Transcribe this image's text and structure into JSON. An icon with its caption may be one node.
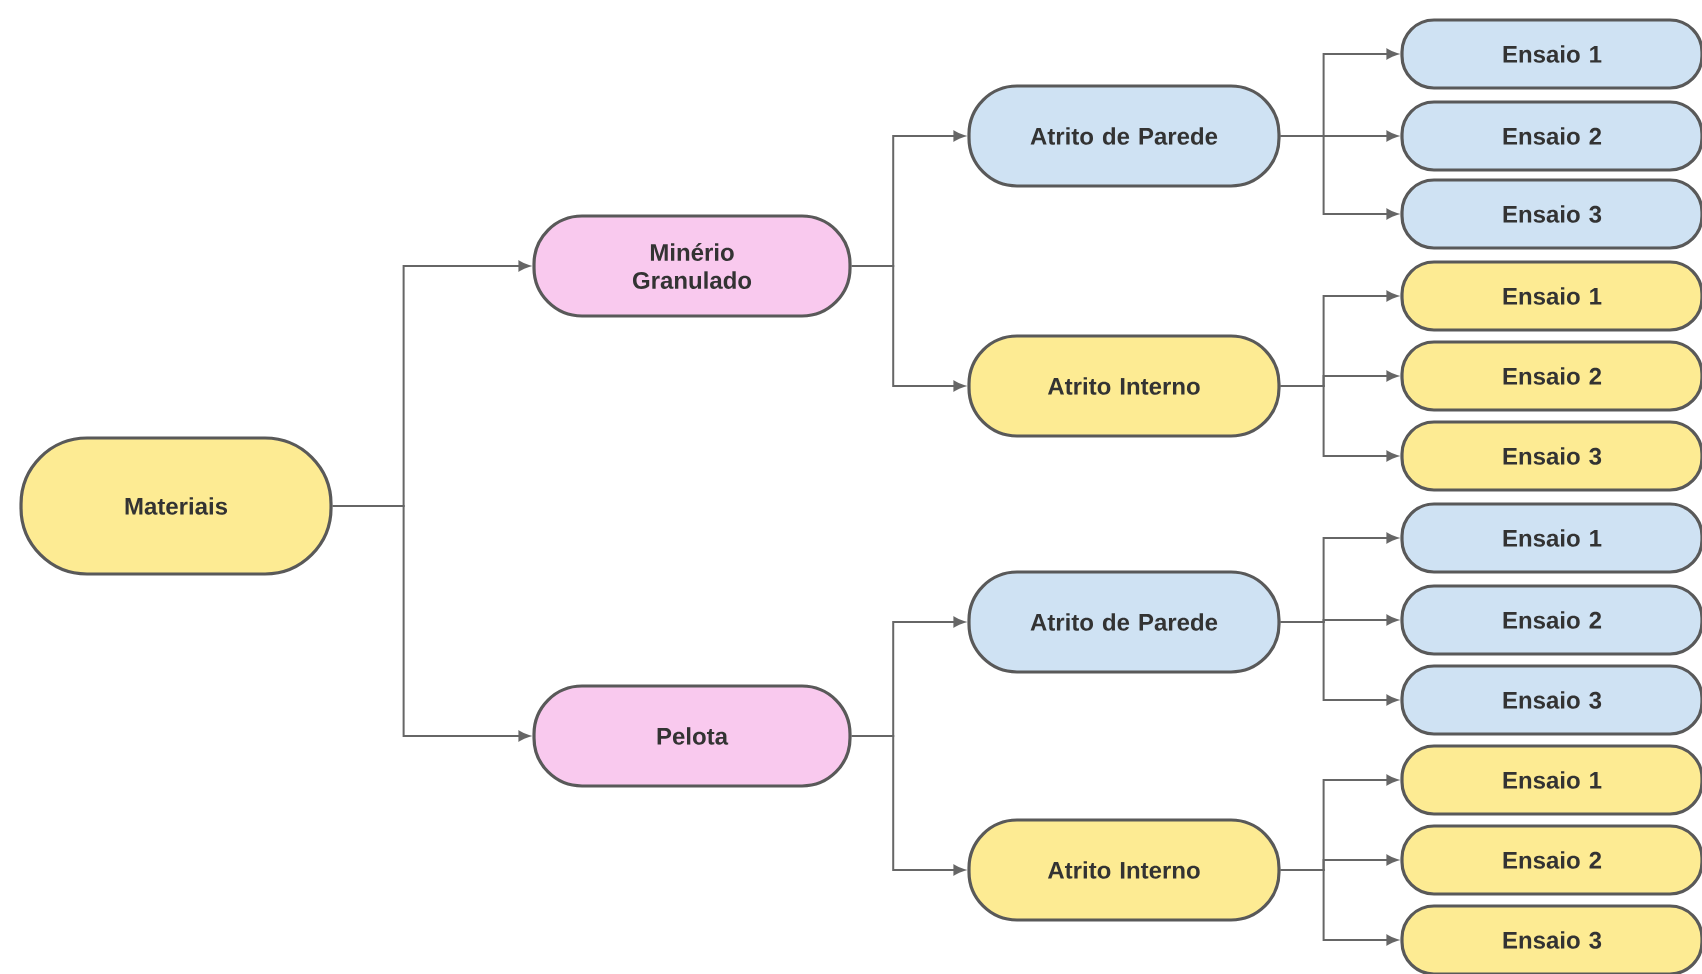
{
  "diagram": {
    "nodes": [
      {
        "text": [
          "Materiais"
        ]
      },
      {
        "text": [
          "Minério Granulado"
        ]
      },
      {
        "text": [
          "Atrito de Parede"
        ]
      },
      {
        "text": [
          "Ensaio 1"
        ]
      },
      {
        "text": [
          "Ensaio 2"
        ]
      },
      {
        "text": [
          "Ensaio 3"
        ]
      },
      {
        "text": [
          "Atrito Interno"
        ]
      },
      {
        "text": [
          "Ensaio 1"
        ]
      },
      {
        "text": [
          "Ensaio 2"
        ]
      },
      {
        "text": [
          "Ensaio 3"
        ]
      },
      {
        "text": [
          "Pelota"
        ]
      },
      {
        "text": [
          "Atrito de Parede"
        ]
      },
      {
        "text": [
          "Ensaio 1"
        ]
      },
      {
        "text": [
          "Ensaio 2"
        ]
      },
      {
        "text": [
          "Ensaio 3"
        ]
      },
      {
        "text": [
          "Atrito Interno"
        ]
      },
      {
        "text": [
          "Ensaio 1"
        ]
      },
      {
        "text": [
          "Ensaio 2"
        ]
      },
      {
        "text": [
          "Ensaio 3"
        ]
      }
    ],
    "edges": [
      {
        "from": 0,
        "to": 1,
        "arrow": "to"
      },
      {
        "from": 0,
        "to": 10,
        "arrow": "to"
      },
      {
        "from": 1,
        "to": 2,
        "arrow": "to"
      },
      {
        "from": 1,
        "to": 6,
        "arrow": "to"
      },
      {
        "from": 2,
        "to": 3,
        "arrow": "to"
      },
      {
        "from": 2,
        "to": 4,
        "arrow": "to"
      },
      {
        "from": 2,
        "to": 5,
        "arrow": "to"
      },
      {
        "from": 6,
        "to": 7,
        "arrow": "to"
      },
      {
        "from": 6,
        "to": 8,
        "arrow": "to"
      },
      {
        "from": 6,
        "to": 9,
        "arrow": "to"
      },
      {
        "from": 10,
        "to": 11,
        "arrow": "to"
      },
      {
        "from": 10,
        "to": 15,
        "arrow": "to"
      },
      {
        "from": 11,
        "to": 12,
        "arrow": "to"
      },
      {
        "from": 11,
        "to": 13,
        "arrow": "to"
      },
      {
        "from": 11,
        "to": 14,
        "arrow": "to"
      },
      {
        "from": 15,
        "to": 16,
        "arrow": "to"
      },
      {
        "from": 15,
        "to": 17,
        "arrow": "to"
      },
      {
        "from": 15,
        "to": 18,
        "arrow": "to"
      }
    ]
  }
}
